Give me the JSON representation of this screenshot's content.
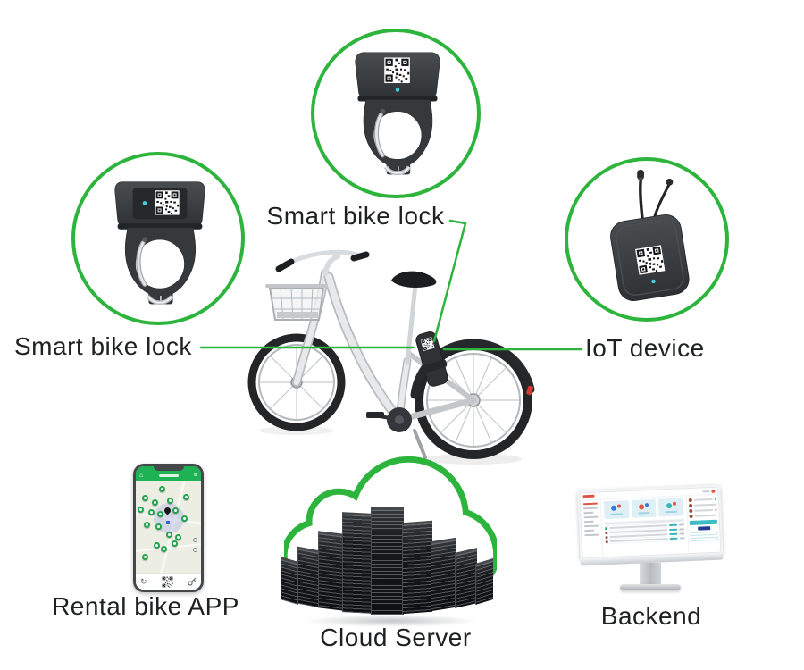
{
  "colors": {
    "accent_green": "#2db43c",
    "device_gray": "#36393c",
    "led_cyan": "#3fd0dc",
    "app_header_green": "#1fb254",
    "text": "#1e2021"
  },
  "labels": {
    "smart_bike_lock_top": "Smart bike lock",
    "smart_bike_lock_left": "Smart bike lock",
    "iot_device": "IoT device",
    "rental_bike_app": "Rental bike APP",
    "cloud_server": "Cloud Server",
    "backend": "Backend"
  },
  "phone": {
    "map_pins": [
      [
        36,
        6
      ],
      [
        10,
        16
      ],
      [
        25,
        20
      ],
      [
        48,
        18
      ],
      [
        72,
        15
      ],
      [
        3,
        28
      ],
      [
        19,
        31
      ],
      [
        33,
        33
      ],
      [
        56,
        29
      ],
      [
        13,
        45
      ],
      [
        30,
        47
      ],
      [
        70,
        38
      ],
      [
        47,
        55
      ],
      [
        60,
        58
      ],
      [
        27,
        67
      ],
      [
        39,
        71
      ],
      [
        55,
        65
      ],
      [
        9,
        80
      ]
    ]
  },
  "diagram": {
    "connections": [
      {
        "from": "smart-bike-lock-left-label",
        "to": "bike-mounted-lock"
      },
      {
        "from": "smart-bike-lock-top-label",
        "to": "bike-mounted-lock"
      },
      {
        "from": "iot-device-label",
        "to": "bike-mounted-lock"
      }
    ]
  }
}
